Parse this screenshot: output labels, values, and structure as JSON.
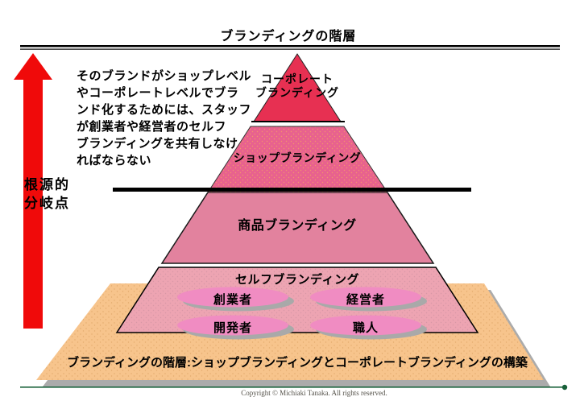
{
  "title": "ブランディングの階層",
  "note": {
    "lines": [
      "そのブランドがショップレベル",
      "やコーポレートレベルでブラ",
      "ンド化するためには、スタッフ",
      "が創業者や経営者のセルフ",
      "ブランディングを共有しなけ",
      "ればならない"
    ]
  },
  "branch_point": {
    "lines": [
      "根源的",
      "分岐点"
    ]
  },
  "pyramid": {
    "tier1": {
      "label_lines": [
        "コーポレート",
        "ブランディング"
      ],
      "color": "#e73052"
    },
    "tier2": {
      "label": "ショップブランディング",
      "color": "#e8628e"
    },
    "tier3": {
      "label": "商品ブランディング",
      "color": "#e2829e"
    },
    "tier4": {
      "label": "セルフブランディング",
      "color": "#eda4b2"
    },
    "roles": [
      "創業者",
      "経営者",
      "開発者",
      "職人"
    ],
    "role_ellipse_color": "#f08cc2"
  },
  "base": {
    "label": "ブランディングの階層:ショップブランディングとコーポレートブランディングの構築",
    "color": "#f7c48c"
  },
  "arrow_color": "#f00a0a",
  "footer": {
    "copyright": "Copyright © Michiaki Tanaka. All rights reserved.",
    "line_color": "#176039"
  }
}
